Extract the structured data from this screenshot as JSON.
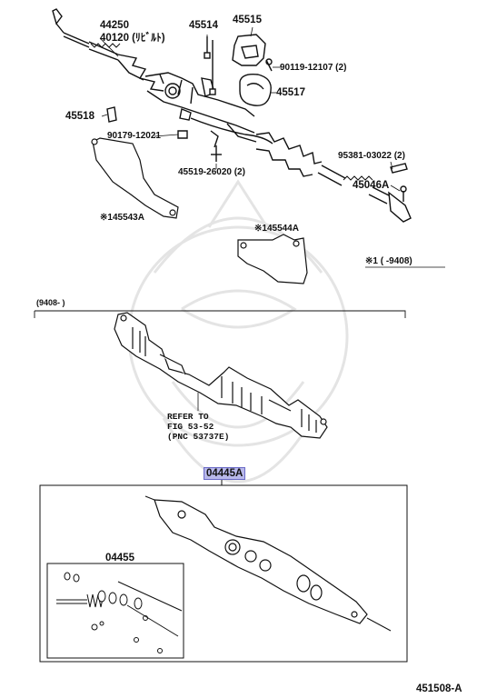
{
  "labels": {
    "p44250": "44250",
    "p40120": "40120 (ﾘﾋﾞﾙﾄ)",
    "p45514": "45514",
    "p45515": "45515",
    "p90119": "90119-12107 (2)",
    "p45517": "45517",
    "p45518": "45518",
    "p90179": "90179-12021",
    "p45519": "45519-26020 (2)",
    "p95381": "95381-03022 (2)",
    "p45046": "45046A",
    "p145543": "※145543A",
    "p145544": "※145544A",
    "note1": "※1 (    -9408)",
    "range": "(9408-       )",
    "refer1": "REFER TO",
    "refer2": "FIG 53-52",
    "refer3": "(PNC 53737E)",
    "p04445": "04445A",
    "p04455": "04455",
    "diagram_id": "451508-A"
  },
  "colors": {
    "line": "#111111",
    "highlight_fill": "#b8b8ea",
    "highlight_border": "#6a6ac8",
    "watermark": "#e6e6e6"
  }
}
